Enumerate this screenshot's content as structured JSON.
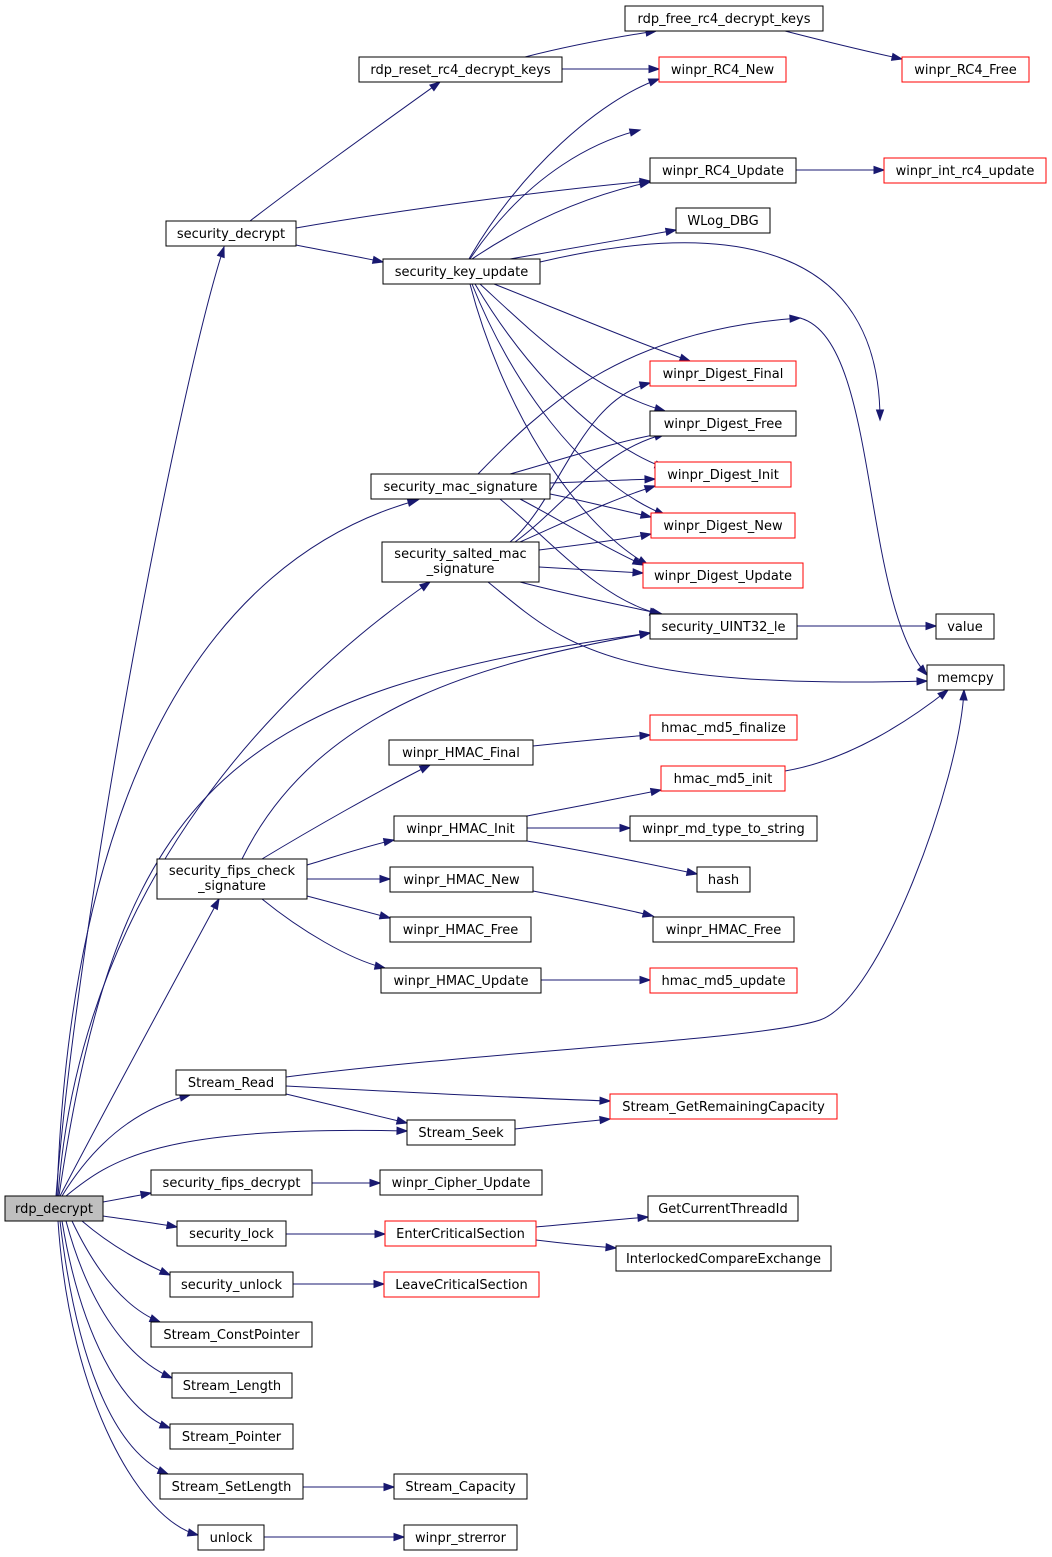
{
  "colors": {
    "edge": "#191970",
    "normal_border": "#000000",
    "truncated_border": "#ff0000",
    "root_fill": "#bfbfbf"
  },
  "nodes": {
    "rdp_decrypt": {
      "label": "rdp_decrypt",
      "style": "root"
    },
    "security_decrypt": {
      "label": "security_decrypt",
      "style": "normal"
    },
    "rdp_reset_rc4_decrypt_keys": {
      "label": "rdp_reset_rc4_decrypt_keys",
      "style": "normal"
    },
    "rdp_free_rc4_decrypt_keys": {
      "label": "rdp_free_rc4_decrypt_keys",
      "style": "normal"
    },
    "winpr_RC4_New": {
      "label": "winpr_RC4_New",
      "style": "truncated"
    },
    "winpr_RC4_Free": {
      "label": "winpr_RC4_Free",
      "style": "truncated"
    },
    "winpr_RC4_Update": {
      "label": "winpr_RC4_Update",
      "style": "normal"
    },
    "winpr_int_rc4_update": {
      "label": "winpr_int_rc4_update",
      "style": "truncated"
    },
    "WLog_DBG": {
      "label": "WLog_DBG",
      "style": "normal"
    },
    "security_key_update": {
      "label": "security_key_update",
      "style": "normal"
    },
    "winpr_Digest_Final": {
      "label": "winpr_Digest_Final",
      "style": "truncated"
    },
    "winpr_Digest_Free": {
      "label": "winpr_Digest_Free",
      "style": "normal"
    },
    "winpr_Digest_Init": {
      "label": "winpr_Digest_Init",
      "style": "truncated"
    },
    "winpr_Digest_New": {
      "label": "winpr_Digest_New",
      "style": "truncated"
    },
    "winpr_Digest_Update": {
      "label": "winpr_Digest_Update",
      "style": "truncated"
    },
    "security_mac_signature": {
      "label": "security_mac_signature",
      "style": "normal"
    },
    "security_salted_mac_signature": {
      "label_lines": [
        "security_salted_mac",
        "_signature"
      ],
      "style": "normal"
    },
    "security_UINT32_le": {
      "label": "security_UINT32_le",
      "style": "normal"
    },
    "value": {
      "label": "value",
      "style": "normal"
    },
    "memcpy": {
      "label": "memcpy",
      "style": "normal"
    },
    "winpr_HMAC_Final": {
      "label": "winpr_HMAC_Final",
      "style": "normal"
    },
    "hmac_md5_finalize": {
      "label": "hmac_md5_finalize",
      "style": "truncated"
    },
    "hmac_md5_init": {
      "label": "hmac_md5_init",
      "style": "truncated"
    },
    "winpr_HMAC_Init": {
      "label": "winpr_HMAC_Init",
      "style": "normal"
    },
    "winpr_md_type_to_string": {
      "label": "winpr_md_type_to_string",
      "style": "normal"
    },
    "hash": {
      "label": "hash",
      "style": "normal"
    },
    "security_fips_check_signature": {
      "label_lines": [
        "security_fips_check",
        "_signature"
      ],
      "style": "normal"
    },
    "winpr_HMAC_New": {
      "label": "winpr_HMAC_New",
      "style": "normal"
    },
    "winpr_HMAC_Free_a": {
      "label": "winpr_HMAC_Free",
      "style": "normal"
    },
    "winpr_HMAC_Free_b": {
      "label": "winpr_HMAC_Free",
      "style": "normal"
    },
    "winpr_HMAC_Update": {
      "label": "winpr_HMAC_Update",
      "style": "normal"
    },
    "hmac_md5_update": {
      "label": "hmac_md5_update",
      "style": "truncated"
    },
    "Stream_Read": {
      "label": "Stream_Read",
      "style": "normal"
    },
    "Stream_GetRemainingCapacity": {
      "label": "Stream_GetRemainingCapacity",
      "style": "truncated"
    },
    "Stream_Seek": {
      "label": "Stream_Seek",
      "style": "normal"
    },
    "security_fips_decrypt": {
      "label": "security_fips_decrypt",
      "style": "normal"
    },
    "winpr_Cipher_Update": {
      "label": "winpr_Cipher_Update",
      "style": "normal"
    },
    "security_lock": {
      "label": "security_lock",
      "style": "normal"
    },
    "EnterCriticalSection": {
      "label": "EnterCriticalSection",
      "style": "truncated"
    },
    "GetCurrentThreadId": {
      "label": "GetCurrentThreadId",
      "style": "normal"
    },
    "InterlockedCompareExchange": {
      "label": "InterlockedCompareExchange",
      "style": "normal"
    },
    "security_unlock": {
      "label": "security_unlock",
      "style": "normal"
    },
    "LeaveCriticalSection": {
      "label": "LeaveCriticalSection",
      "style": "truncated"
    },
    "Stream_ConstPointer": {
      "label": "Stream_ConstPointer",
      "style": "normal"
    },
    "Stream_Length": {
      "label": "Stream_Length",
      "style": "normal"
    },
    "Stream_Pointer": {
      "label": "Stream_Pointer",
      "style": "normal"
    },
    "Stream_SetLength": {
      "label": "Stream_SetLength",
      "style": "normal"
    },
    "Stream_Capacity": {
      "label": "Stream_Capacity",
      "style": "normal"
    },
    "unlock": {
      "label": "unlock",
      "style": "normal"
    },
    "winpr_strerror": {
      "label": "winpr_strerror",
      "style": "normal"
    }
  },
  "edges": [
    [
      "rdp_decrypt",
      "security_decrypt"
    ],
    [
      "rdp_decrypt",
      "security_mac_signature"
    ],
    [
      "rdp_decrypt",
      "security_salted_mac_signature"
    ],
    [
      "rdp_decrypt",
      "security_UINT32_le"
    ],
    [
      "rdp_decrypt",
      "security_fips_check_signature"
    ],
    [
      "rdp_decrypt",
      "Stream_Read"
    ],
    [
      "rdp_decrypt",
      "Stream_Seek"
    ],
    [
      "rdp_decrypt",
      "security_fips_decrypt"
    ],
    [
      "rdp_decrypt",
      "security_lock"
    ],
    [
      "rdp_decrypt",
      "security_unlock"
    ],
    [
      "rdp_decrypt",
      "Stream_ConstPointer"
    ],
    [
      "rdp_decrypt",
      "Stream_Length"
    ],
    [
      "rdp_decrypt",
      "Stream_Pointer"
    ],
    [
      "rdp_decrypt",
      "Stream_SetLength"
    ],
    [
      "rdp_decrypt",
      "unlock"
    ],
    [
      "security_decrypt",
      "rdp_reset_rc4_decrypt_keys"
    ],
    [
      "security_decrypt",
      "winpr_RC4_Update"
    ],
    [
      "security_decrypt",
      "security_key_update"
    ],
    [
      "rdp_reset_rc4_decrypt_keys",
      "rdp_free_rc4_decrypt_keys"
    ],
    [
      "rdp_reset_rc4_decrypt_keys",
      "winpr_RC4_New"
    ],
    [
      "rdp_free_rc4_decrypt_keys",
      "winpr_RC4_Free"
    ],
    [
      "winpr_RC4_Update",
      "winpr_int_rc4_update"
    ],
    [
      "security_key_update",
      "winpr_RC4_New"
    ],
    [
      "security_key_update",
      "winpr_RC4_Free"
    ],
    [
      "security_key_update",
      "winpr_RC4_Update"
    ],
    [
      "security_key_update",
      "WLog_DBG"
    ],
    [
      "security_key_update",
      "winpr_Digest_Final"
    ],
    [
      "security_key_update",
      "winpr_Digest_Free"
    ],
    [
      "security_key_update",
      "winpr_Digest_Init"
    ],
    [
      "security_key_update",
      "winpr_Digest_New"
    ],
    [
      "security_key_update",
      "winpr_Digest_Update"
    ],
    [
      "security_key_update",
      "memcpy"
    ],
    [
      "security_mac_signature",
      "winpr_Digest_Final"
    ],
    [
      "security_mac_signature",
      "winpr_Digest_Free"
    ],
    [
      "security_mac_signature",
      "winpr_Digest_Init"
    ],
    [
      "security_mac_signature",
      "winpr_Digest_New"
    ],
    [
      "security_mac_signature",
      "winpr_Digest_Update"
    ],
    [
      "security_mac_signature",
      "security_UINT32_le"
    ],
    [
      "security_mac_signature",
      "memcpy"
    ],
    [
      "security_salted_mac_signature",
      "winpr_Digest_Final"
    ],
    [
      "security_salted_mac_signature",
      "winpr_Digest_Free"
    ],
    [
      "security_salted_mac_signature",
      "winpr_Digest_Init"
    ],
    [
      "security_salted_mac_signature",
      "winpr_Digest_New"
    ],
    [
      "security_salted_mac_signature",
      "winpr_Digest_Update"
    ],
    [
      "security_salted_mac_signature",
      "security_UINT32_le"
    ],
    [
      "security_salted_mac_signature",
      "memcpy"
    ],
    [
      "security_UINT32_le",
      "value"
    ],
    [
      "security_fips_check_signature",
      "security_UINT32_le"
    ],
    [
      "security_fips_check_signature",
      "winpr_HMAC_Final"
    ],
    [
      "security_fips_check_signature",
      "winpr_HMAC_Init"
    ],
    [
      "security_fips_check_signature",
      "winpr_HMAC_New"
    ],
    [
      "security_fips_check_signature",
      "winpr_HMAC_Free_a"
    ],
    [
      "security_fips_check_signature",
      "winpr_HMAC_Update"
    ],
    [
      "winpr_HMAC_Final",
      "hmac_md5_finalize"
    ],
    [
      "winpr_HMAC_Init",
      "hmac_md5_init"
    ],
    [
      "winpr_HMAC_Init",
      "winpr_md_type_to_string"
    ],
    [
      "winpr_HMAC_Init",
      "hash"
    ],
    [
      "hmac_md5_init",
      "memcpy"
    ],
    [
      "winpr_HMAC_New",
      "winpr_HMAC_Free_b"
    ],
    [
      "winpr_HMAC_Update",
      "hmac_md5_update"
    ],
    [
      "Stream_Read",
      "memcpy"
    ],
    [
      "Stream_Read",
      "Stream_GetRemainingCapacity"
    ],
    [
      "Stream_Read",
      "Stream_Seek"
    ],
    [
      "Stream_Seek",
      "Stream_GetRemainingCapacity"
    ],
    [
      "security_fips_decrypt",
      "winpr_Cipher_Update"
    ],
    [
      "security_lock",
      "EnterCriticalSection"
    ],
    [
      "EnterCriticalSection",
      "GetCurrentThreadId"
    ],
    [
      "EnterCriticalSection",
      "InterlockedCompareExchange"
    ],
    [
      "security_unlock",
      "LeaveCriticalSection"
    ],
    [
      "Stream_SetLength",
      "Stream_Capacity"
    ],
    [
      "unlock",
      "winpr_strerror"
    ]
  ]
}
